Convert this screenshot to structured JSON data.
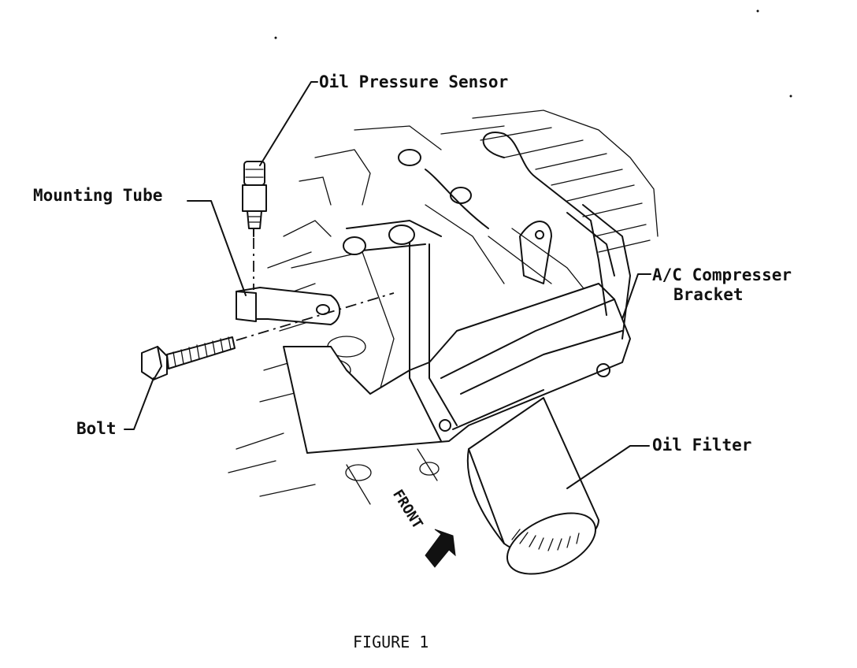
{
  "labels": {
    "oil_pressure_sensor": "Oil Pressure Sensor",
    "mounting_tube": "Mounting Tube",
    "ac_compressor_bracket_line1": "A/C Compresser",
    "ac_compressor_bracket_line2": "Bracket",
    "oil_filter": "Oil Filter",
    "bolt": "Bolt",
    "front": "FRONT"
  },
  "caption": "FIGURE 1"
}
